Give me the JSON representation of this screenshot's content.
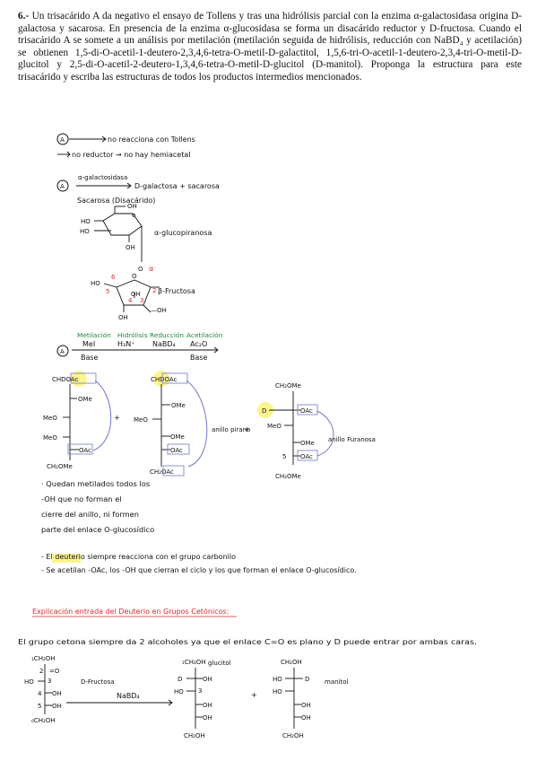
{
  "problem": {
    "number": "6.-",
    "text": "Un trisacárido A da negativo el ensayo de Tollens y tras una hidrólisis parcial con la enzima α-galactosidasa origina D-galactosa y sacarosa. En presencia de la enzima α-glucosidasa se forma un disacárido reductor y D-fructosa. Cuando el trisacárido A se somete a un análisis por metilación (metilación seguida de hidrólisis, reducción con NaBD₄ y acetilación) se obtienen 1,5-di-O-acetil-1-deutero-2,3,4,6-tetra-O-metil-D-galactitol, 1,5,6-tri-O-acetil-1-deutero-2,3,4-tri-O-metil-D-glucitol y 2,5-di-O-acetil-2-deutero-1,3,4,6-tetra-O-metil-D-glucitol (D-manitol). Proponga la estructura para este trisacárido y escriba las estructuras de todos los productos intermedios mencionados."
  },
  "notes": {
    "a_label": "A",
    "no_tollens": "no reacciona con Tollens",
    "no_reductor": "no reductor → no hay hemiacetal",
    "alpha_galactosidasa": "α-galactosidasa",
    "products1": "D-galactosa + sacarosa",
    "sacarosa": "Sacarosa (Disacárido)",
    "glucopiranosa": "α-glucopiranosa",
    "alpha": "α",
    "beta_fructosa": "β-Fructosa",
    "step_labels": [
      "Metilación",
      "Hidrólisis",
      "Reducción",
      "Acetilación"
    ],
    "step_reagents": [
      "MeI",
      "H₃N⁺",
      "NaBD₄",
      "Ac₂O"
    ],
    "step_sub": [
      "Base",
      "",
      "",
      "Base"
    ],
    "anillo_pirano": "anillo pirano",
    "anillo_furanosa": "anillo Furanosa",
    "quedan": [
      "· Quedan metilados todos los",
      "-OH que no forman el",
      "cierre del anillo, ni formen",
      "parte del enlace O-glucosídico"
    ],
    "deuterio_line": "- El deuterio siempre reacciona con el grupo carbonilo",
    "acetilan_line": "- Se acetilan -OAc, los -OH que cierran el ciclo y los que forman el enlace O-glucosídico.",
    "explicacion": "Explicación entrada del Deuterio en Grupos Cetónicos:",
    "cetona_line": "El grupo cetona siempre da 2 alcoholes ya que el enlace C=O es plano y D puede entrar por ambas caras.",
    "d_fructosa": "D-Fructosa",
    "nabd4": "NaBD₄",
    "glucitol": "glucitol",
    "manitol": "manitol"
  },
  "colors": {
    "green": "#1b8a3a",
    "red": "#d42a2a",
    "box": "#7e88c9",
    "highlight": "#fbf27a",
    "arc": "#6f78c8"
  }
}
